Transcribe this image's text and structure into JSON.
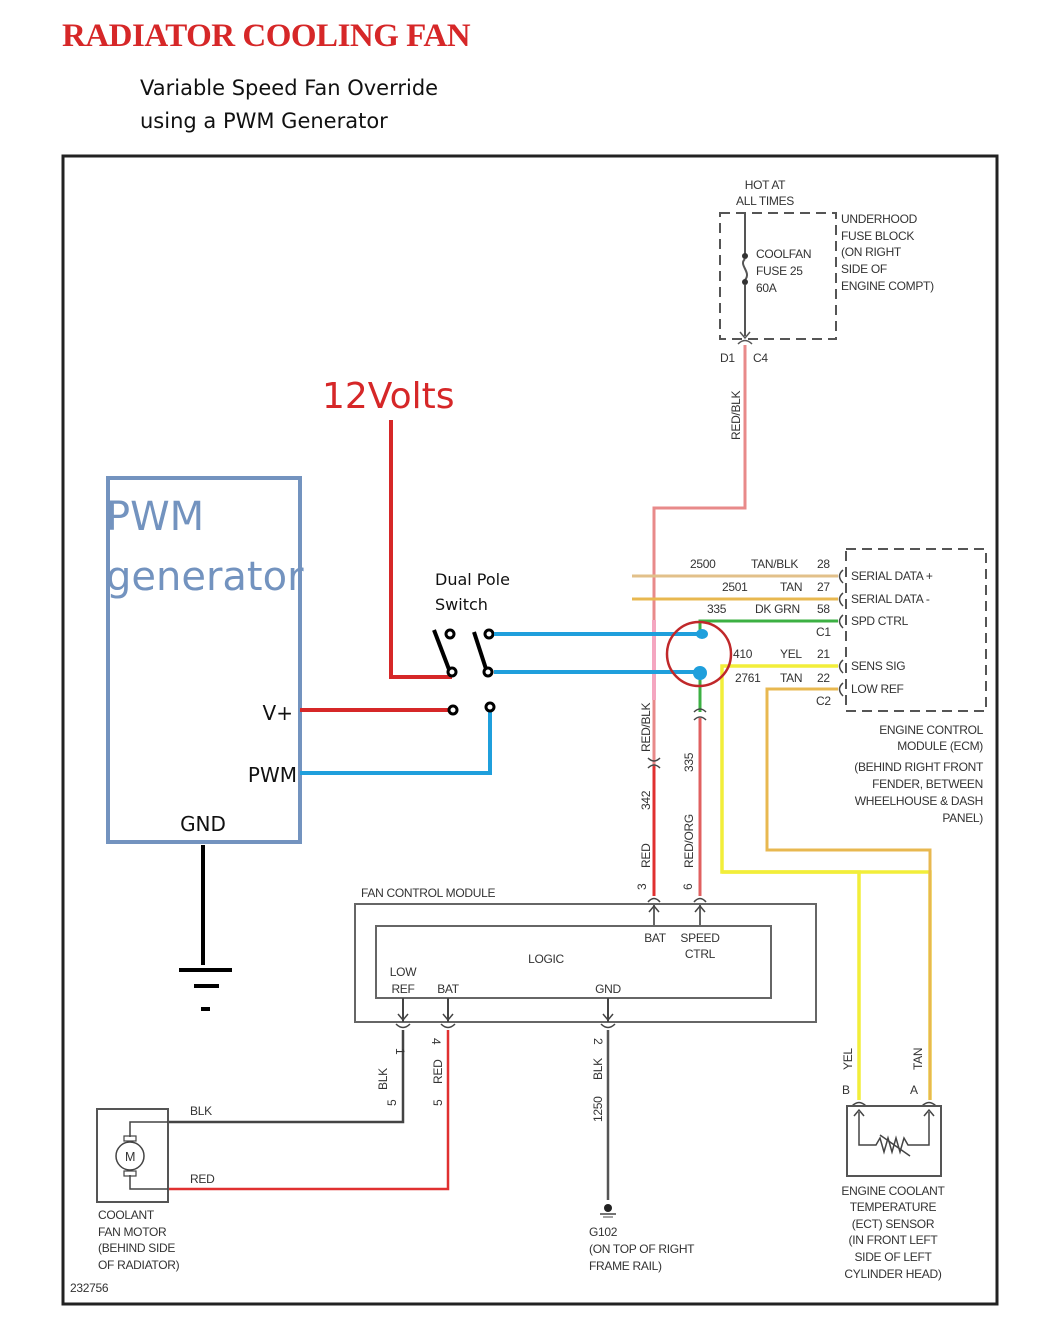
{
  "header": {
    "title": "RADIATOR COOLING FAN",
    "subtitle_line1": "Variable Speed Fan Override",
    "subtitle_line2": "using a PWM Generator"
  },
  "colors": {
    "title_red": "#d62728",
    "wire_red": "#e03030",
    "wire_red_blk": "#e88a8a",
    "wire_blue": "#1f9fdc",
    "wire_green": "#3cb043",
    "wire_yellow": "#f2ee3a",
    "wire_tan": "#e8b850",
    "pwm_box": "#7393bf",
    "frame": "#222222"
  },
  "annotations": {
    "voltage_label": "12Volts",
    "switch_label_line1": "Dual Pole",
    "switch_label_line2": "Switch",
    "pwm_box_line1": "PWM",
    "pwm_box_line2": "generator",
    "pwm_vplus": "V+",
    "pwm_pwm": "PWM",
    "pwm_gnd": "GND"
  },
  "fuse_block": {
    "hot_line1": "HOT AT",
    "hot_line2": "ALL TIMES",
    "fuse_line1": "COOLFAN",
    "fuse_line2": "FUSE 25",
    "fuse_line3": "60A",
    "desc": [
      "UNDERHOOD",
      "FUSE BLOCK",
      "(ON RIGHT",
      "SIDE OF",
      "ENGINE COMPT)"
    ],
    "pin_left": "D1",
    "pin_right": "C4",
    "wire_label": "RED/BLK"
  },
  "ecm": {
    "pins": [
      {
        "circuit": "2500",
        "color": "TAN/BLK",
        "pin": "28",
        "signal": "SERIAL DATA +"
      },
      {
        "circuit": "2501",
        "color": "TAN",
        "pin": "27",
        "signal": "SERIAL DATA -"
      },
      {
        "circuit": "335",
        "color": "DK GRN",
        "pin": "58",
        "signal": "SPD CTRL"
      },
      {
        "circuit": "410",
        "color": "YEL",
        "pin": "21",
        "signal": "SENS SIG"
      },
      {
        "circuit": "2761",
        "color": "TAN",
        "pin": "22",
        "signal": "LOW REF"
      }
    ],
    "connector_c1": "C1",
    "connector_c2": "C2",
    "desc": [
      "ENGINE CONTROL",
      "MODULE (ECM)",
      "(BEHIND RIGHT FRONT",
      "FENDER, BETWEEN",
      "WHEELHOUSE & DASH",
      "PANEL)"
    ]
  },
  "vertical_wires": {
    "bat_upper": "RED/BLK",
    "bat_circuit": "342",
    "bat_color": "RED",
    "bat_pin": "3",
    "spd_circuit": "335",
    "spd_color": "RED/ORG",
    "spd_pin": "6"
  },
  "fan_module": {
    "title": "FAN CONTROL MODULE",
    "logic": "LOGIC",
    "bat_top": "BAT",
    "speed_ctrl_line1": "SPEED",
    "speed_ctrl_line2": "CTRL",
    "low_ref_line1": "LOW",
    "low_ref_line2": "REF",
    "bat_bottom": "BAT",
    "gnd": "GND"
  },
  "lower_wires": {
    "p1_pin": "1",
    "p1_color": "BLK",
    "p1_gauge": "5",
    "p4_pin": "4",
    "p4_color": "RED",
    "p4_gauge": "5",
    "p2_pin": "2",
    "p2_color": "BLK",
    "p2_circuit": "1250",
    "motor_blk": "BLK",
    "motor_red": "RED"
  },
  "motor": {
    "symbol": "M",
    "desc": [
      "COOLANT",
      "FAN MOTOR",
      "(BEHIND SIDE",
      "OF RADIATOR)"
    ]
  },
  "ground": {
    "name": "G102",
    "desc": [
      "(ON TOP OF RIGHT",
      "FRAME RAIL)"
    ]
  },
  "ect_sensor": {
    "wire_b": "YEL",
    "wire_a": "TAN",
    "pin_b": "B",
    "pin_a": "A",
    "desc": [
      "ENGINE COOLANT",
      "TEMPERATURE",
      "(ECT) SENSOR",
      "(IN FRONT LEFT",
      "SIDE OF LEFT",
      "CYLINDER HEAD)"
    ]
  },
  "figure_number": "232756"
}
